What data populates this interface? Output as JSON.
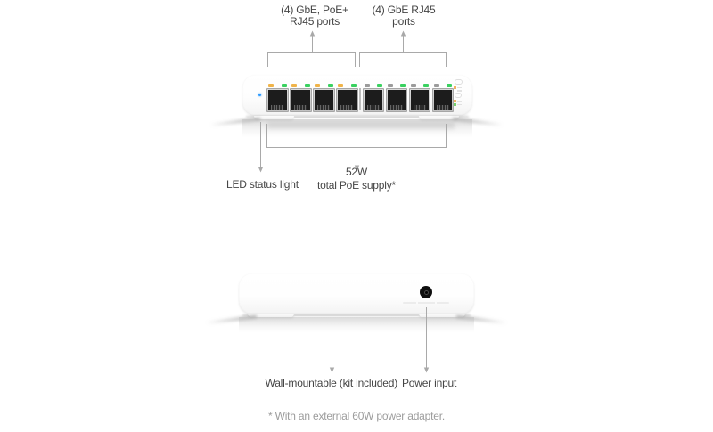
{
  "diagram": {
    "front": {
      "label_poe_line1": "(4) GbE, PoE+",
      "label_poe_line2": "RJ45 ports",
      "label_gbe_line1": "(4) GbE RJ45",
      "label_gbe_line2": "ports",
      "label_led": "LED status light",
      "label_supply_line1": "52W",
      "label_supply_line2": "total PoE supply*",
      "status_led_color": "#2f9bff",
      "port_groups": [
        {
          "type": "poe",
          "count": 4,
          "led_left": "amber",
          "led_right": "green"
        },
        {
          "type": "gbe",
          "count": 4,
          "led_left": "off",
          "led_right": "green"
        }
      ]
    },
    "rear": {
      "label_wall": "Wall-mountable (kit included)",
      "label_power": "Power input"
    },
    "footnote": "* With an external 60W power adapter.",
    "colors": {
      "led_green": "#3ad160",
      "led_amber": "#f0b44a",
      "led_off": "#9b9b9b",
      "legend_orange": "#f1a03c",
      "legend_green": "#57c84b",
      "line": "#a9a9a9",
      "text": "#454545",
      "muted": "#9c9c9c"
    }
  }
}
